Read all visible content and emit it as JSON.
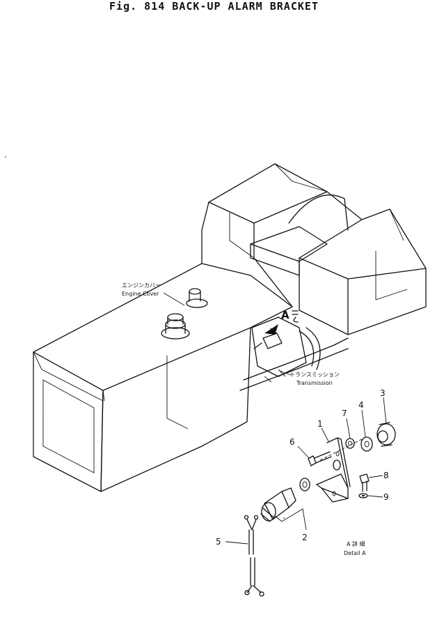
{
  "title": "Fig. 814   BACK-UP ALARM BRACKET",
  "labels": {
    "engine_cover_jp": "エンジンカバー",
    "engine_cover_en": "Engine Cover",
    "transmission_jp": "トランスミッション",
    "transmission_en": "Transmission",
    "detail_marker": "A",
    "detail_jp": "A 詳 細",
    "detail_en": "Detail A"
  },
  "callouts": [
    "1",
    "2",
    "3",
    "4",
    "5",
    "6",
    "7",
    "8",
    "9"
  ]
}
